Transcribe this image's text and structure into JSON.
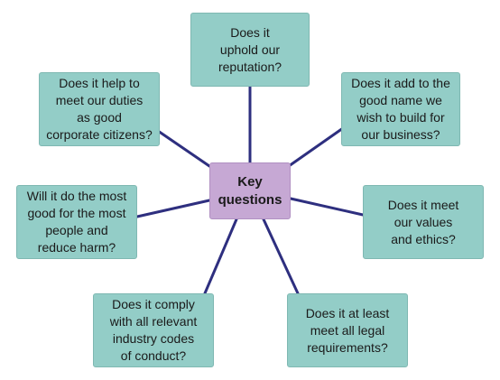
{
  "diagram": {
    "center": {
      "label": "Key\nquestions"
    },
    "questions": [
      {
        "id": "reputation",
        "label": "Does it\nuphold our\nreputation?"
      },
      {
        "id": "good-name",
        "label": "Does it add to the\ngood name we\nwish to build for\nour business?"
      },
      {
        "id": "values",
        "label": "Does it meet\nour values\nand ethics?"
      },
      {
        "id": "legal",
        "label": "Does it at least\nmeet all legal\nrequirements?"
      },
      {
        "id": "industry-codes",
        "label": "Does it comply\nwith all relevant\nindustry codes\nof conduct?"
      },
      {
        "id": "most-good",
        "label": "Will it do the most\ngood for the most\npeople and\nreduce harm?"
      },
      {
        "id": "corporate-citizens",
        "label": "Does it help to\nmeet our duties\nas good\ncorporate citizens?"
      }
    ],
    "colors": {
      "question_box": "#93cdc7",
      "center_box": "#c6a8d4",
      "connector": "#2e2f7f"
    }
  }
}
